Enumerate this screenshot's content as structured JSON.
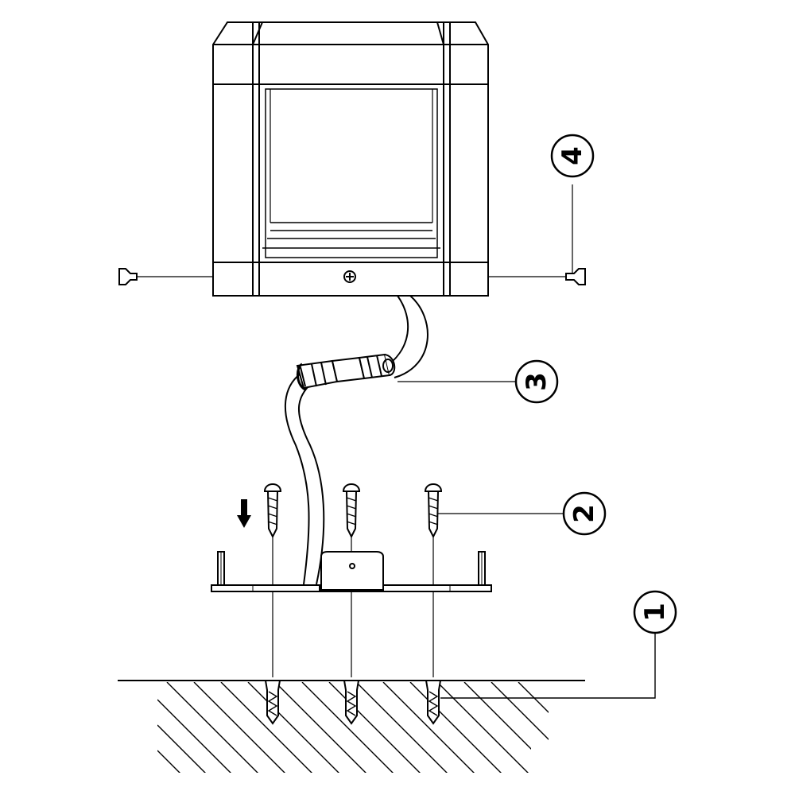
{
  "diagram": {
    "callouts": [
      {
        "id": "wall-plug",
        "number": "1"
      },
      {
        "id": "screw",
        "number": "2"
      },
      {
        "id": "connector",
        "number": "3"
      },
      {
        "id": "side-screw",
        "number": "4"
      }
    ],
    "colors": {
      "line": "#000000",
      "background": "#ffffff"
    },
    "icons": [
      "down-arrow-icon",
      "screw-head-icon"
    ]
  }
}
